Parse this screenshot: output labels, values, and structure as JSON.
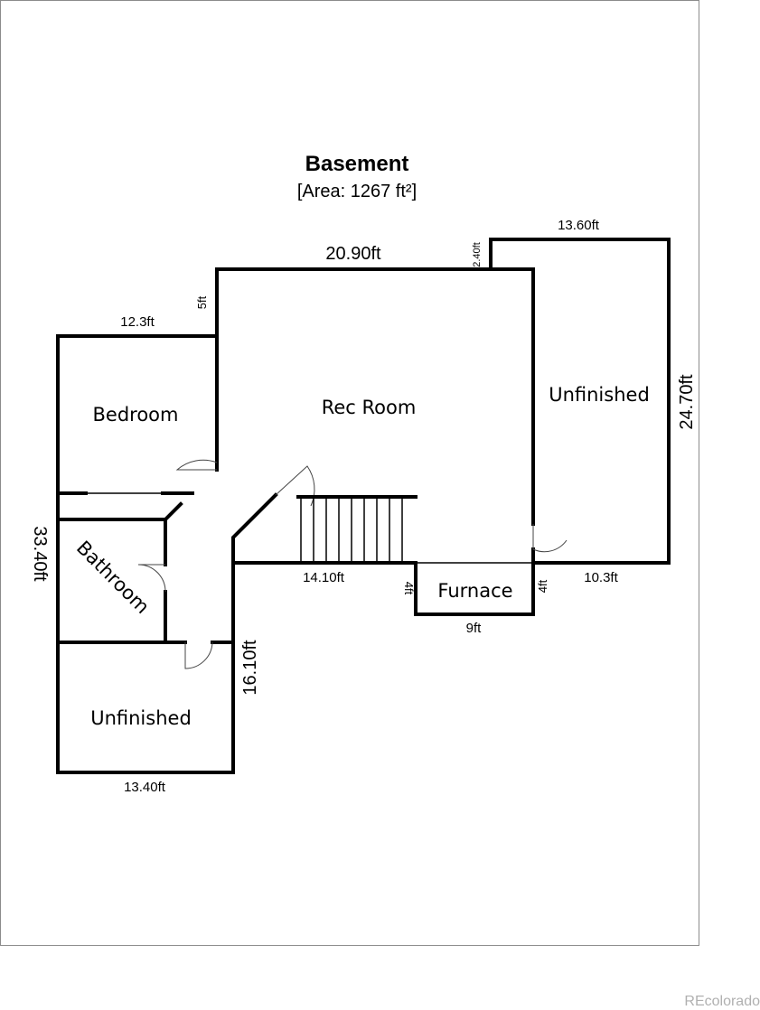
{
  "floor": {
    "title": "Basement",
    "area": "[Area: 1267 ft²]"
  },
  "rooms": {
    "bedroom": "Bedroom",
    "rec_room": "Rec Room",
    "unfinished_right": "Unfinished",
    "bathroom": "Bathroom",
    "unfinished_bottom": "Unfinished",
    "furnace": "Furnace"
  },
  "dimensions": {
    "rec_top": "20.90ft",
    "right_top": "13.60ft",
    "right_offset": "2.40ft",
    "bedroom_top": "12.3ft",
    "bedroom_offset": "5ft",
    "right_side": "24.70ft",
    "left_side": "33.40ft",
    "rec_bottom": "14.10ft",
    "furnace_left": "4ft",
    "furnace_right": "4ft",
    "furnace_bottom": "9ft",
    "right_bottom": "10.3ft",
    "bottom_side": "16.10ft",
    "bottom_width": "13.40ft"
  },
  "watermark": "REcolorado"
}
